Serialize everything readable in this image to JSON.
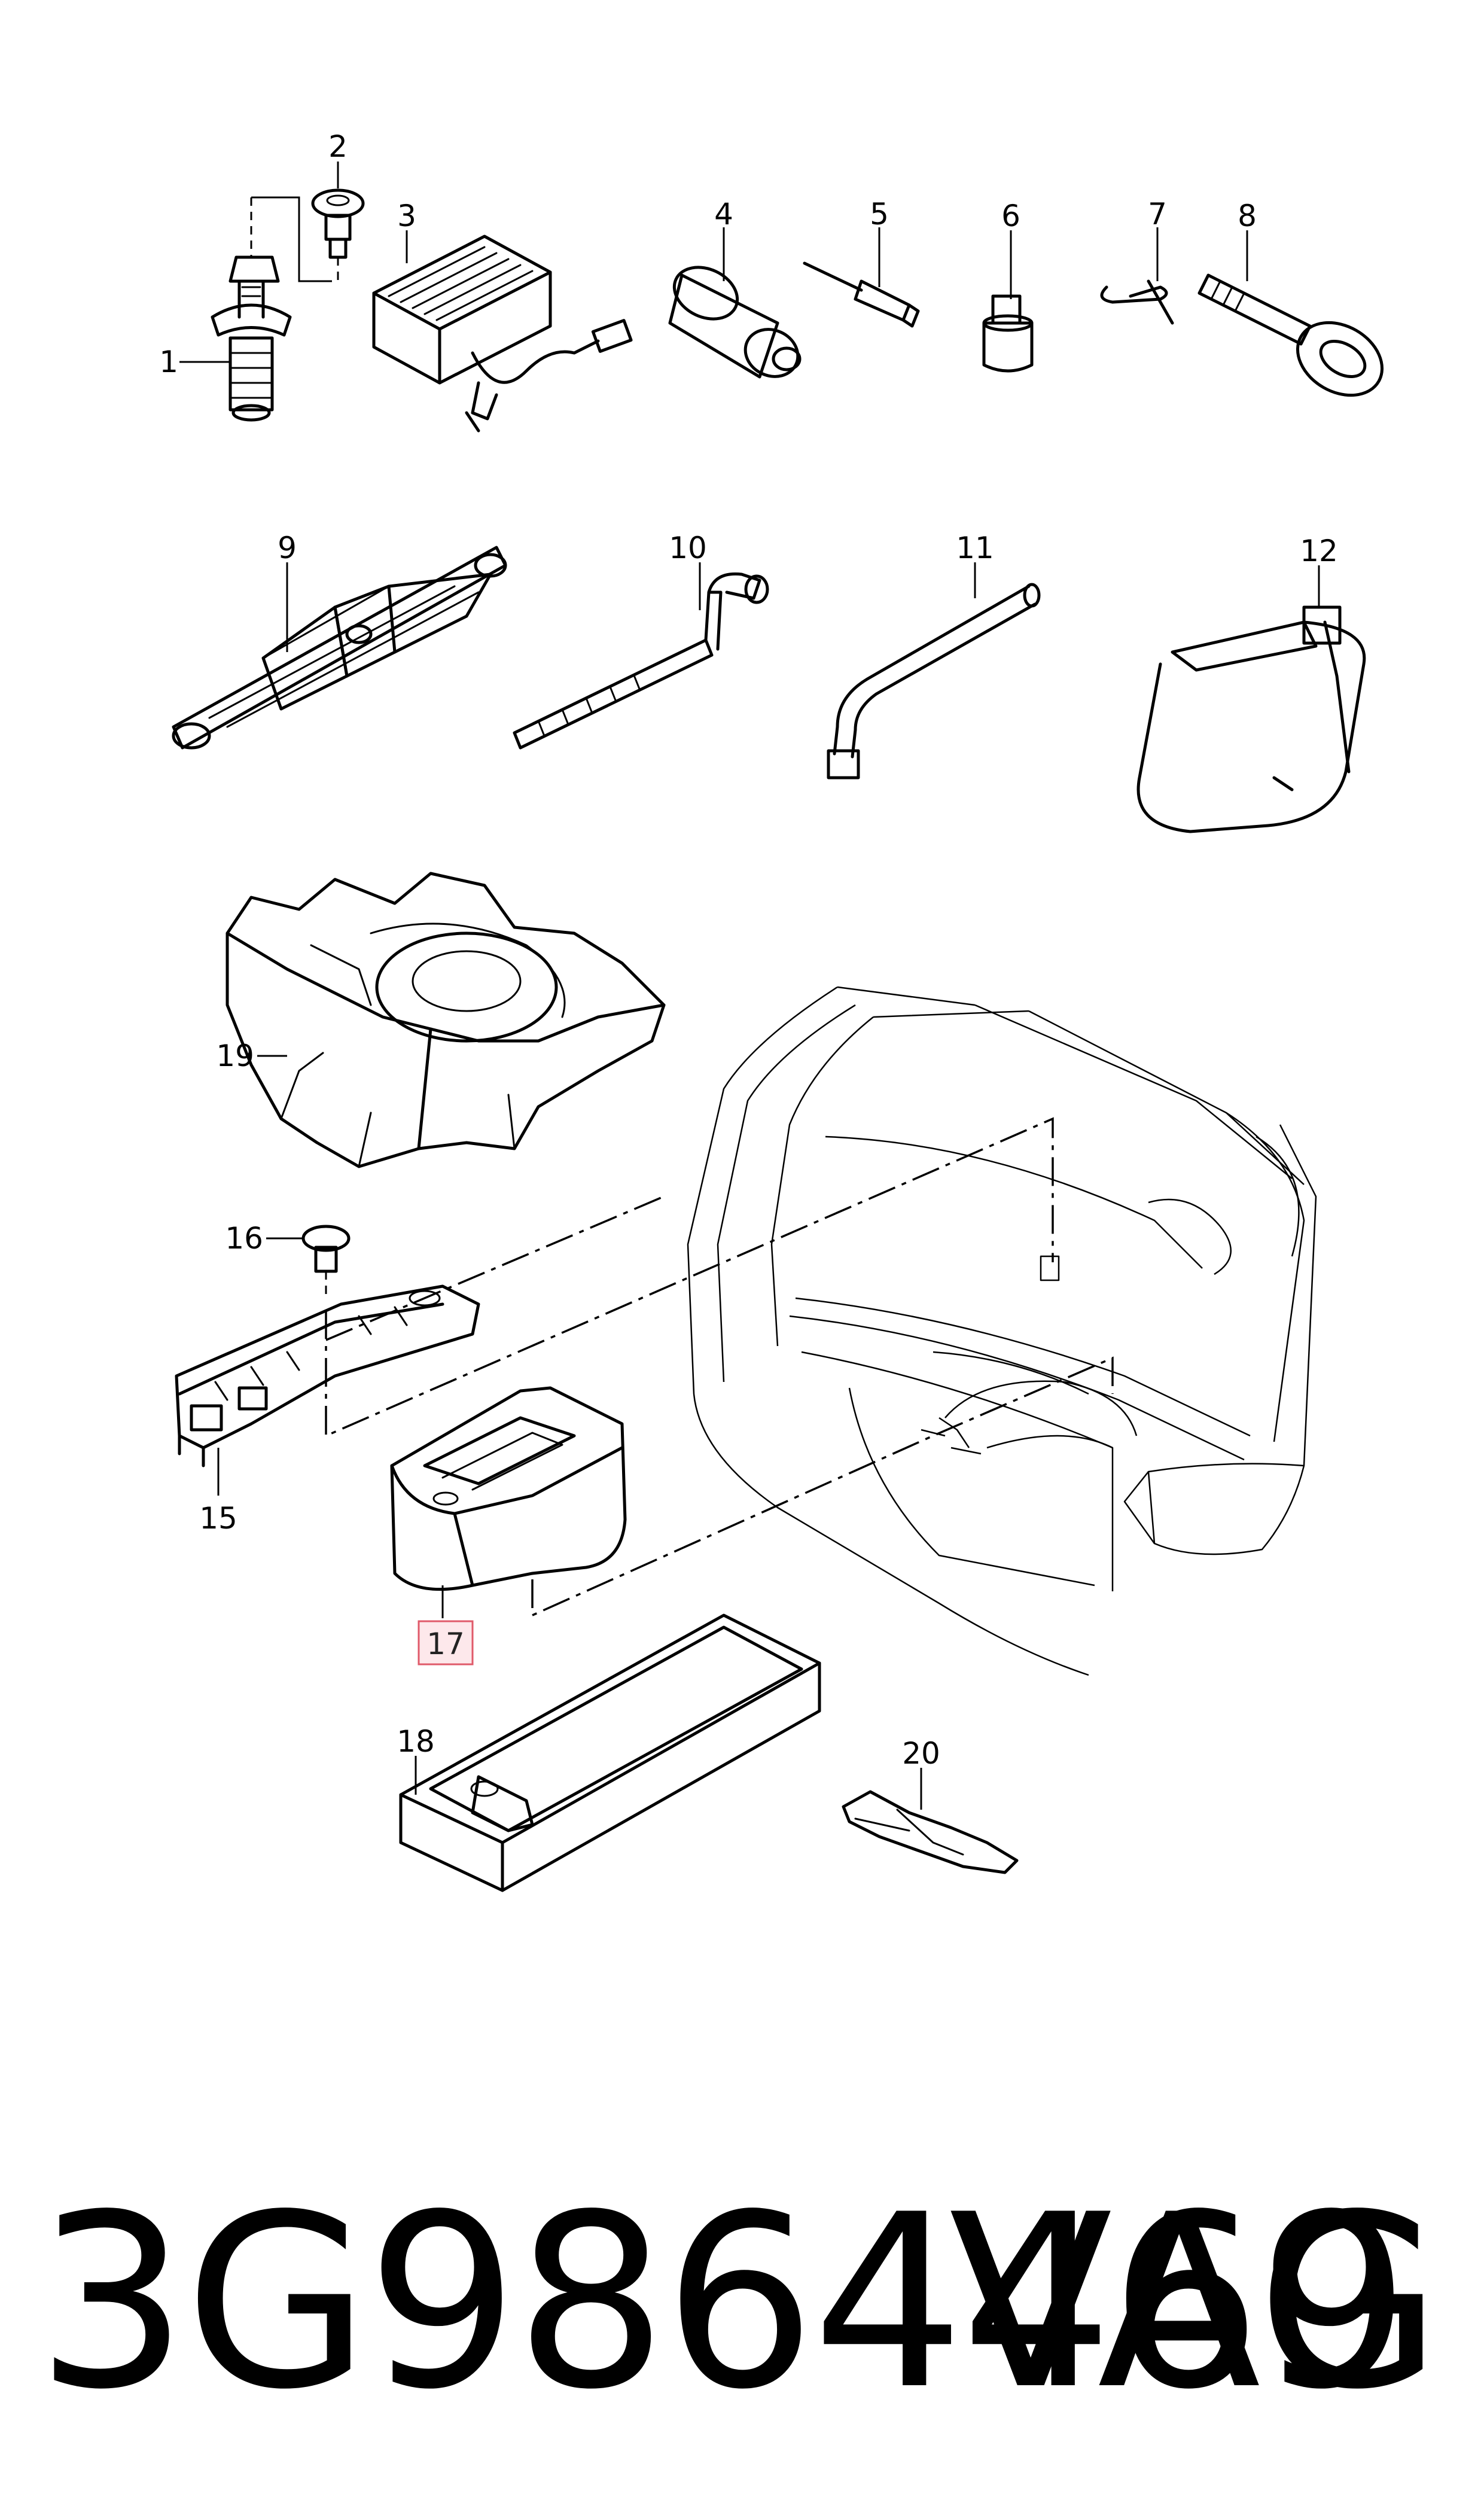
{
  "callouts": [
    "1",
    "2",
    "3",
    "4",
    "5",
    "6",
    "7",
    "8",
    "9",
    "10",
    "11",
    "12",
    "15",
    "16",
    "17",
    "18",
    "19",
    "20"
  ],
  "highlight": {
    "callout": "17",
    "border_color": "#e05a6a",
    "fill_color": "#fde8eb"
  },
  "footer": {
    "part_number": "3G9864469",
    "brand": "VAG"
  }
}
